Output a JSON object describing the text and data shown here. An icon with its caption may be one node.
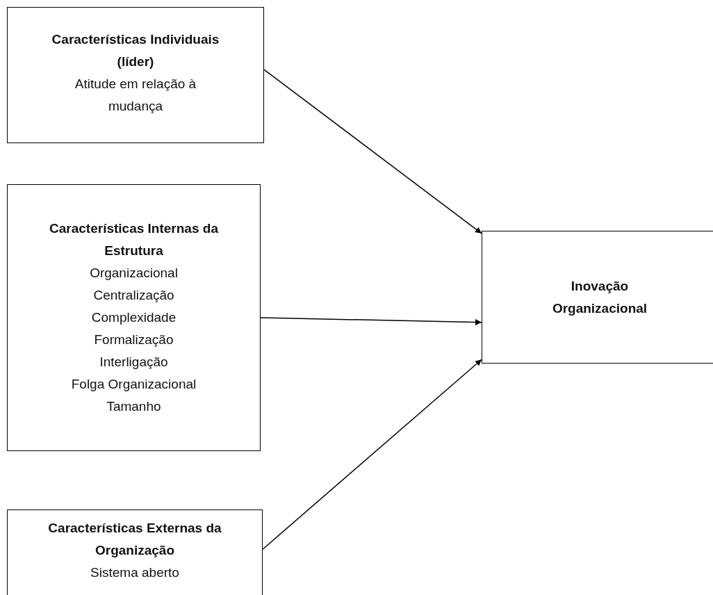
{
  "diagram": {
    "nodes": [
      {
        "text": [
          "Características Individuais (líder)",
          "Atitude em relação à mudança"
        ]
      },
      {
        "text": [
          "Características Internas da Estrutura",
          "Organizacional",
          "Centralização",
          "Complexidade",
          "Formalização",
          "Interligação",
          "Folga Organizacional",
          "Tamanho"
        ]
      },
      {
        "text": [
          "Características Externas da Organização",
          "Sistema aberto"
        ]
      },
      {
        "text": [
          "Inovação Organizacional"
        ]
      }
    ],
    "edges": [
      {
        "from": 0,
        "to": 3,
        "arrow": "to"
      },
      {
        "from": 1,
        "to": 3,
        "arrow": "to"
      },
      {
        "from": 2,
        "to": 3,
        "arrow": "to"
      }
    ]
  }
}
